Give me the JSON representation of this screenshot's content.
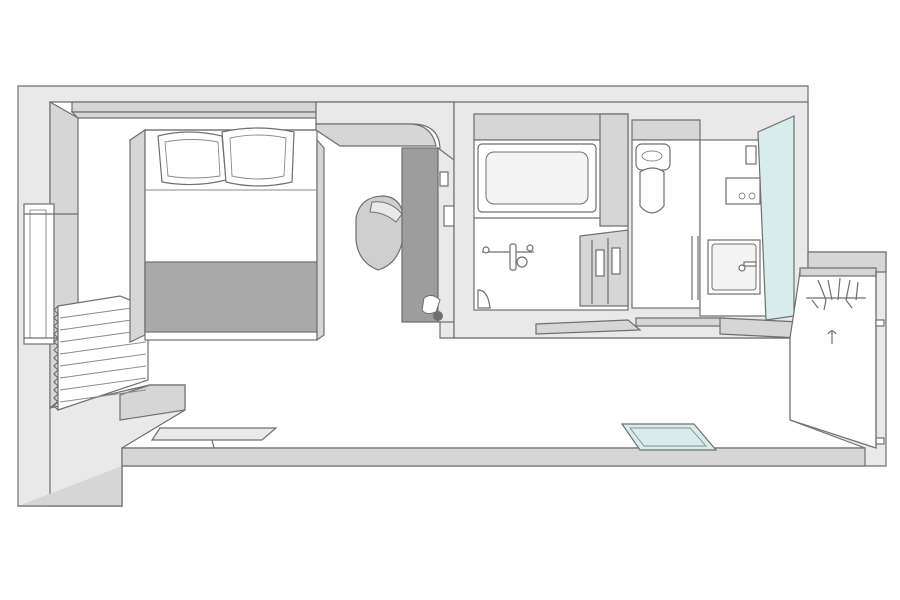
{
  "diagram": {
    "type": "floor-plan-isometric",
    "description_text": [],
    "rooms": [
      {
        "id": "bedroom",
        "furniture": [
          "bed",
          "pillows",
          "armchair",
          "desk",
          "lamp",
          "window-blind",
          "bench"
        ]
      },
      {
        "id": "bathroom",
        "furniture": [
          "bathtub",
          "shower-fixture",
          "sliding-door"
        ]
      },
      {
        "id": "toilet",
        "furniture": [
          "toilet"
        ]
      },
      {
        "id": "vanity",
        "furniture": [
          "sink",
          "counter",
          "mirror",
          "tray"
        ]
      },
      {
        "id": "entry",
        "furniture": [
          "coat-hooks",
          "floor-mat"
        ]
      }
    ]
  },
  "colors": {
    "wall_top": "#e9e9e9",
    "wall_side": "#d6d6d6",
    "floor": "#ffffff",
    "stroke": "#6f6f6f",
    "bed_runner": "#a9a9a9",
    "desk": "#9d9d9d",
    "glass": "#d9ecec",
    "chair": "#cfcfcf"
  }
}
